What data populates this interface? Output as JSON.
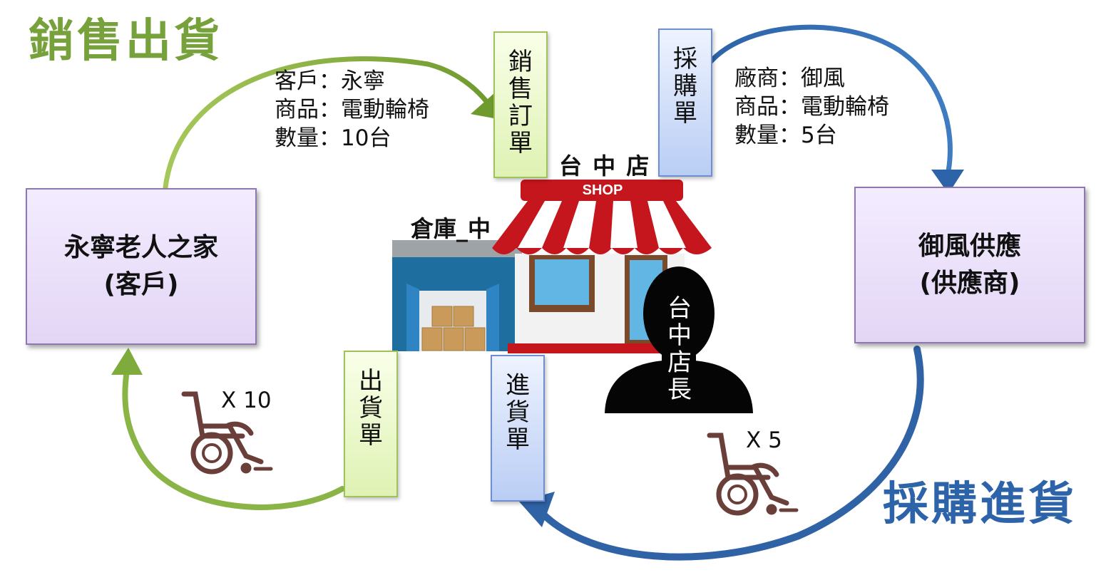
{
  "sections": {
    "sales_title": "銷售出貨",
    "purchase_title": "採購進貨"
  },
  "customer": {
    "line1": "永寧老人之家",
    "line2": "(客戶)"
  },
  "supplier": {
    "line1": "御風供應",
    "line2": "(供應商)"
  },
  "sales_order_info": {
    "line1": "客戶：永寧",
    "line2": "商品：電動輪椅",
    "line3": "數量：10台"
  },
  "purchase_order_info": {
    "line1": "廠商：御風",
    "line2": "商品：電動輪椅",
    "line3": "數量：5台"
  },
  "documents": {
    "sales_order": [
      "銷",
      "售",
      "訂",
      "單"
    ],
    "purchase_order": [
      "採",
      "購",
      "單"
    ],
    "shipment_note": [
      "出",
      "貨",
      "單"
    ],
    "receipt_note": [
      "進",
      "貨",
      "單"
    ]
  },
  "store": {
    "name": "台 中 店",
    "sign": "SHOP"
  },
  "warehouse": {
    "name": "倉庫_中"
  },
  "manager": [
    "台",
    "中",
    "店",
    "長"
  ],
  "quantities": {
    "shipped": "X 10",
    "received": "X 5"
  },
  "colors": {
    "sales": "#77a13a",
    "purchase": "#2d63a8",
    "box_border": "#8d78b0"
  },
  "icons": [
    "wheelchair-icon",
    "shop-icon",
    "warehouse-icon",
    "person-silhouette-icon",
    "curved-arrow-icon"
  ]
}
